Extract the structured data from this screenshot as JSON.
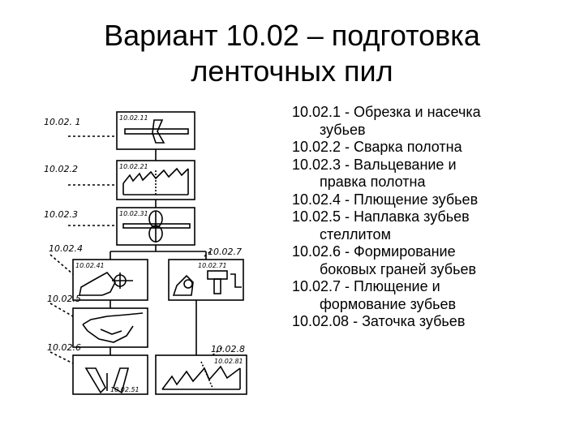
{
  "title": {
    "line1": "Вариант 10.02 – подготовка",
    "line2": "ленточных пил"
  },
  "diagram": {
    "stage_labels": [
      "10.02. 1",
      "10.02.2",
      "10.02.3",
      "10.02.4",
      "10.02.5",
      "10.02.6",
      "10.02.7",
      "10.02.8"
    ],
    "box_labels": [
      "10.02.11",
      "10.02.21",
      "10.02.31",
      "10.02.41",
      "10.02.71",
      "10.02.81",
      "10.02.51"
    ]
  },
  "legend": {
    "items": [
      {
        "l1": "10.02.1 - Обрезка и насечка",
        "l2": "зубьев"
      },
      {
        "l1": "10.02.2 - Сварка полотна",
        "l2": ""
      },
      {
        "l1": "10.02.3 - Вальцевание и",
        "l2": "правка полотна"
      },
      {
        "l1": "10.02.4 - Плющение зубьев",
        "l2": ""
      },
      {
        "l1": "10.02.5 - Наплавка зубьев",
        "l2": "стеллитом"
      },
      {
        "l1": "10.02.6 - Формирование",
        "l2": "боковых граней зубьев"
      },
      {
        "l1": "10.02.7 - Плющение и",
        "l2": "формование зубьев"
      },
      {
        "l1": "10.02.08 - Заточка зубьев",
        "l2": ""
      }
    ]
  }
}
